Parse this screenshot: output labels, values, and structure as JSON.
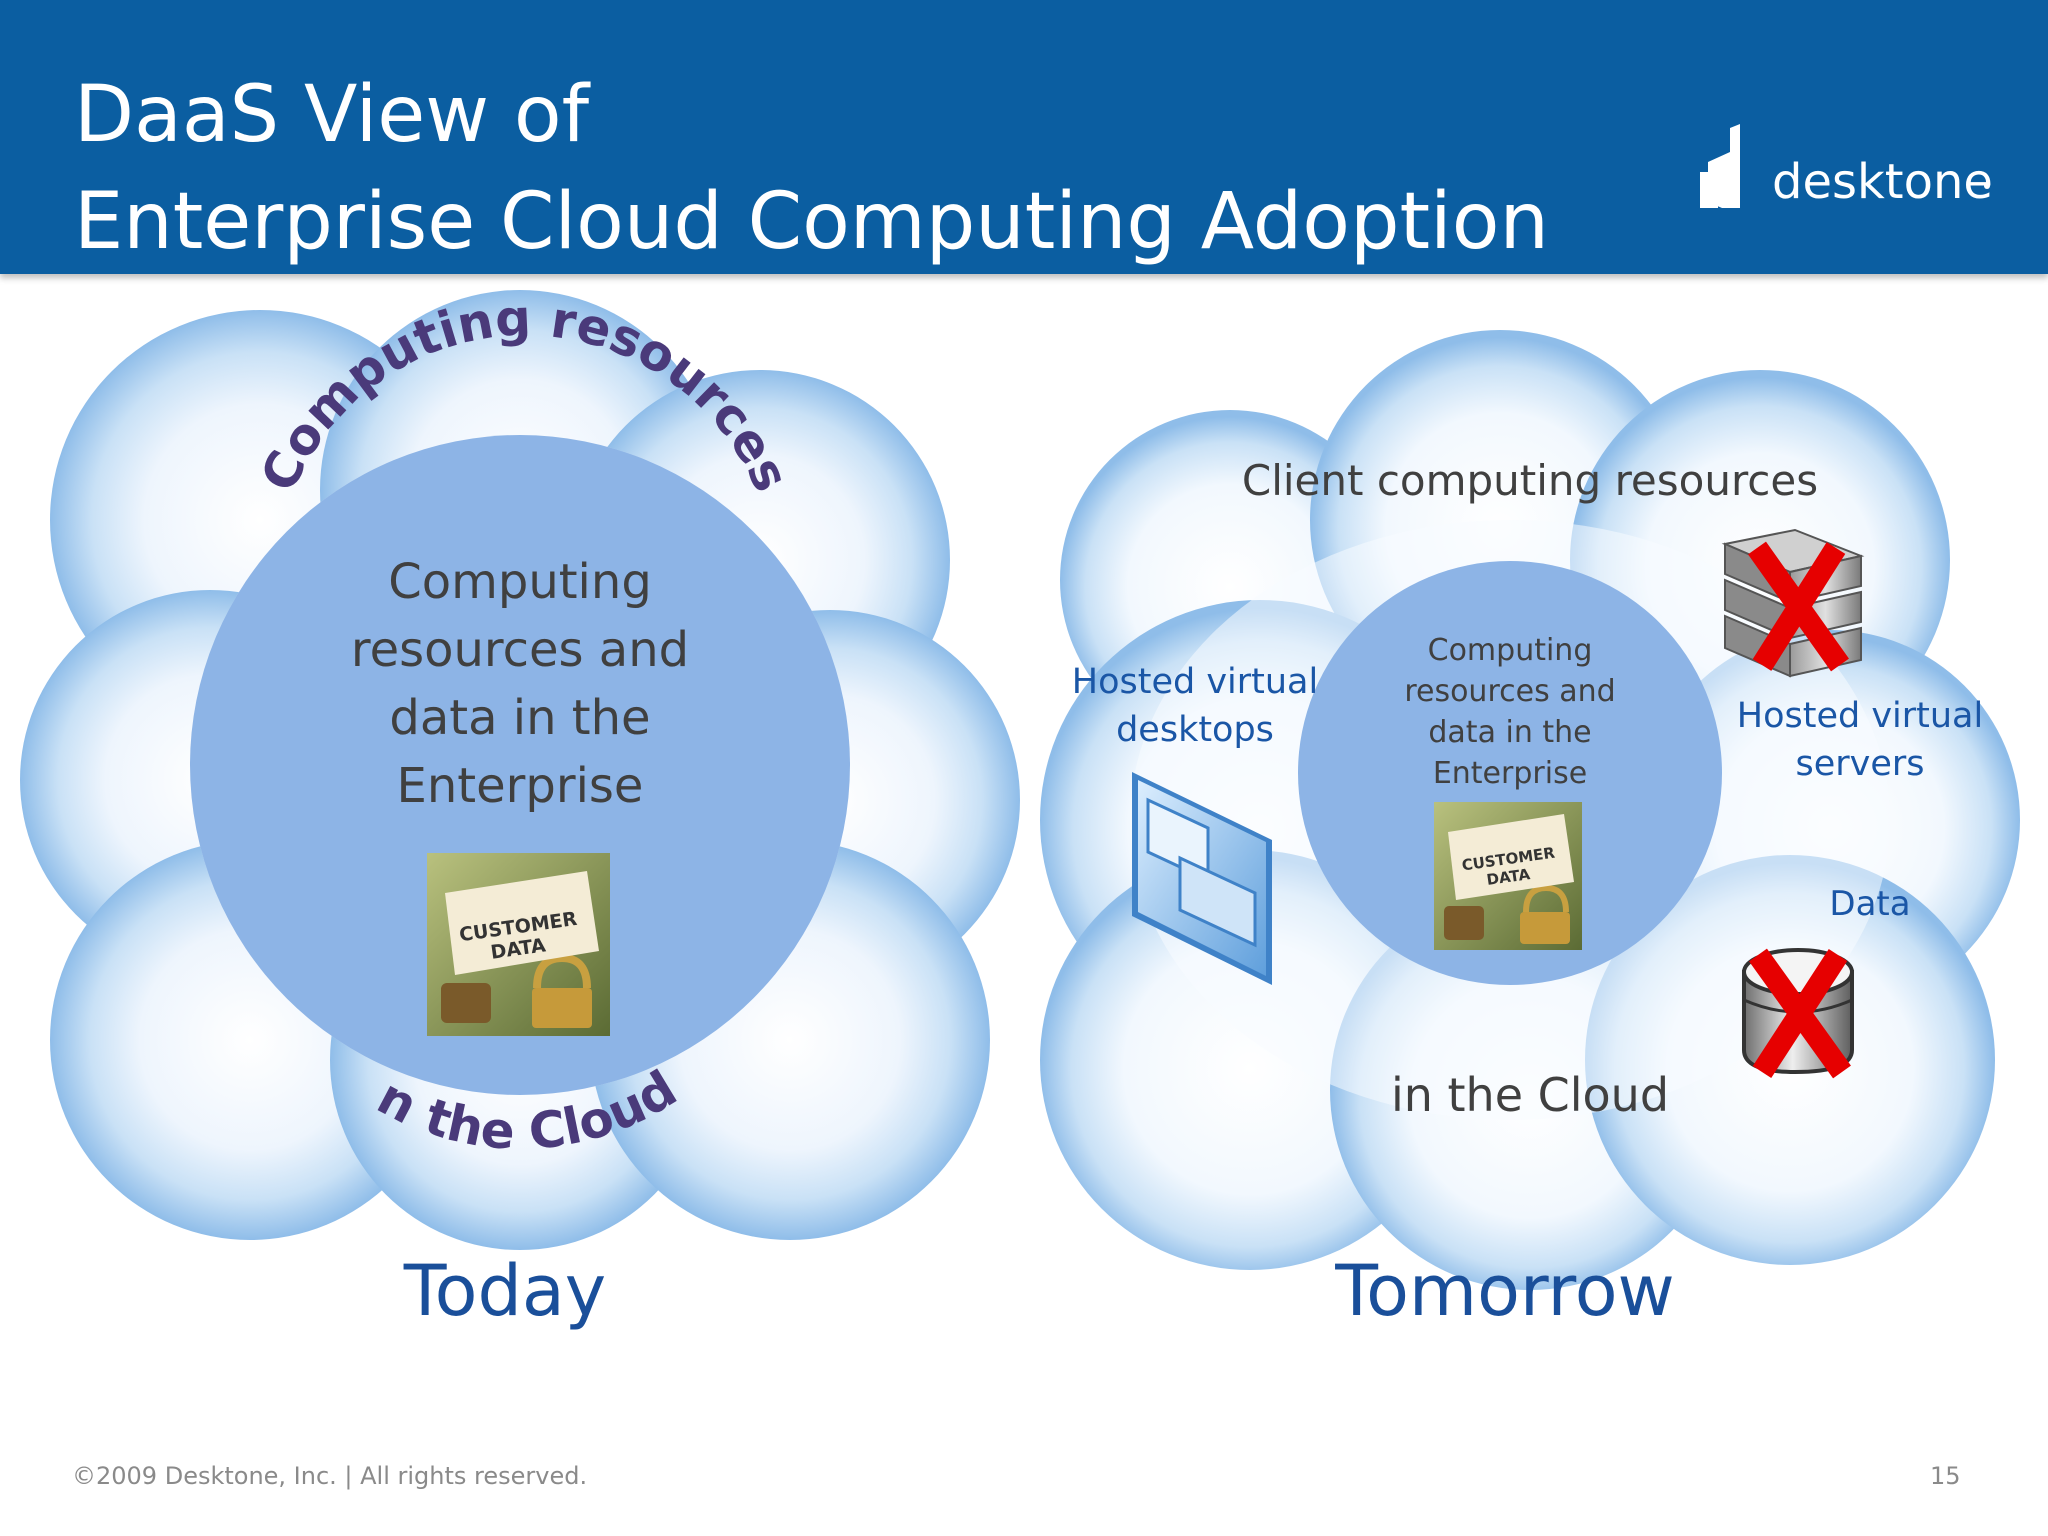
{
  "slide": {
    "title_line1": "DaaS View of",
    "title_line2": "Enterprise Cloud Computing Adoption",
    "logo_text": "desktone",
    "logo_mark": "registered-mark",
    "footer": "©2009 Desktone, Inc. | All rights reserved.",
    "page_number": "15"
  },
  "today": {
    "arc_top": "Computing resources",
    "arc_bottom": "in the Cloud",
    "center_lines": [
      "Computing",
      "resources and",
      "data in the",
      "Enterprise"
    ],
    "image_text": [
      "CUSTOMER",
      "DATA"
    ],
    "label": "Today"
  },
  "tomorrow": {
    "top_text": "Client computing resources",
    "left_label_lines": [
      "Hosted virtual",
      "desktops"
    ],
    "right_label_lines": [
      "Hosted virtual",
      "servers"
    ],
    "data_label": "Data",
    "center_lines": [
      "Computing",
      "resources and",
      "data in the",
      "Enterprise"
    ],
    "image_text": [
      "CUSTOMER",
      "DATA"
    ],
    "bottom_text": "in the Cloud",
    "label": "Tomorrow"
  },
  "colors": {
    "header_bg": "#0b5ea1",
    "cloud_fill": "#a8cdee",
    "inner_circle": "#8db4e6",
    "arc_text": "#4a3a7a",
    "label_blue": "#1a4f9a",
    "body_text": "#404040",
    "x_mark": "#e60000"
  },
  "icons": [
    "desktone-logo-icon",
    "virtual-desktop-icon",
    "server-stack-icon",
    "database-icon",
    "x-mark-icon",
    "customer-data-photo"
  ]
}
